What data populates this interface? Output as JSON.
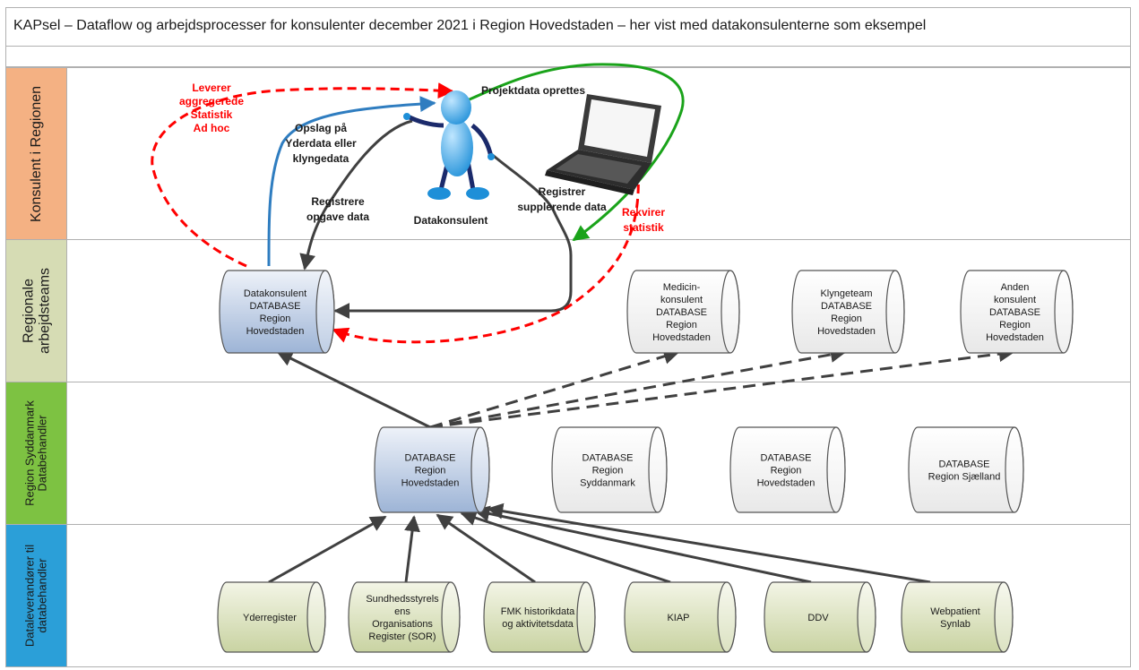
{
  "title": "KAPsel – Dataflow og arbejdsprocesser for konsulenter december 2021 i  Region Hovedstaden – her vist med datakonsulenterne som eksempel",
  "lanes": [
    {
      "label": "Konsulent i Regionen",
      "color": "#f4b183"
    },
    {
      "label": "Regionale\narbejdsteams",
      "color": "#d6dcb4"
    },
    {
      "label": "Region Syddanmark\nDatabehandler",
      "color": "#7dc242"
    },
    {
      "label": "Dataleverandører til\ndatabehandler",
      "color": "#2b9fd8"
    }
  ],
  "actor": {
    "label": "Datakonsulent"
  },
  "team_databases": {
    "main": [
      "Datakonsulent",
      "DATABASE",
      "Region",
      "Hovedstaden"
    ],
    "medicin": [
      "Medicin-",
      "konsulent",
      "DATABASE",
      "Region",
      "Hovedstaden"
    ],
    "klynge": [
      "Klyngeteam",
      "DATABASE",
      "Region",
      "Hovedstaden"
    ],
    "anden": [
      "Anden",
      "konsulent",
      "DATABASE",
      "Region",
      "Hovedstaden"
    ]
  },
  "processor_databases": {
    "hovedstaden_main": [
      "DATABASE",
      "Region",
      "Hovedstaden"
    ],
    "syddanmark": [
      "DATABASE",
      "Region",
      "Syddanmark"
    ],
    "hovedstaden": [
      "DATABASE",
      "Region",
      "Hovedstaden"
    ],
    "sjaelland": [
      "DATABASE",
      "Region Sjælland"
    ]
  },
  "suppliers": {
    "yderregister": [
      "Yderregister"
    ],
    "sor": [
      "Sundhedsstyrels",
      "ens",
      "Organisations",
      "Register (SOR)"
    ],
    "fmk": [
      "FMK historikdata",
      "og aktivitetsdata"
    ],
    "kiap": [
      "KIAP"
    ],
    "ddv": [
      "DDV"
    ],
    "webpatient": [
      "Webpatient",
      "Synlab"
    ]
  },
  "annotations": {
    "leverer": [
      "Leverer",
      "aggregerede",
      "Statistik",
      "Ad hoc"
    ],
    "opslag": [
      "Opslag på",
      "Yderdata eller",
      "klyngedata"
    ],
    "registrere": [
      "Registrere",
      "opgave data"
    ],
    "projektdata": [
      "Projektdata oprettes"
    ],
    "registrer": [
      "Registrer",
      "supplerende data"
    ],
    "rekvirer": [
      "Rekvirer",
      "statistik"
    ]
  },
  "colors": {
    "red": "#ff0000",
    "green": "#1aa31a",
    "blue": "#2f7dc0",
    "dark": "#404040",
    "db_blue_top": "#eef2f9",
    "db_blue_bottom": "#9db4d6",
    "db_white_top": "#ffffff",
    "db_white_bottom": "#e8e8e8",
    "db_green_top": "#f3f5e6",
    "db_green_bottom": "#c9d3a2"
  }
}
